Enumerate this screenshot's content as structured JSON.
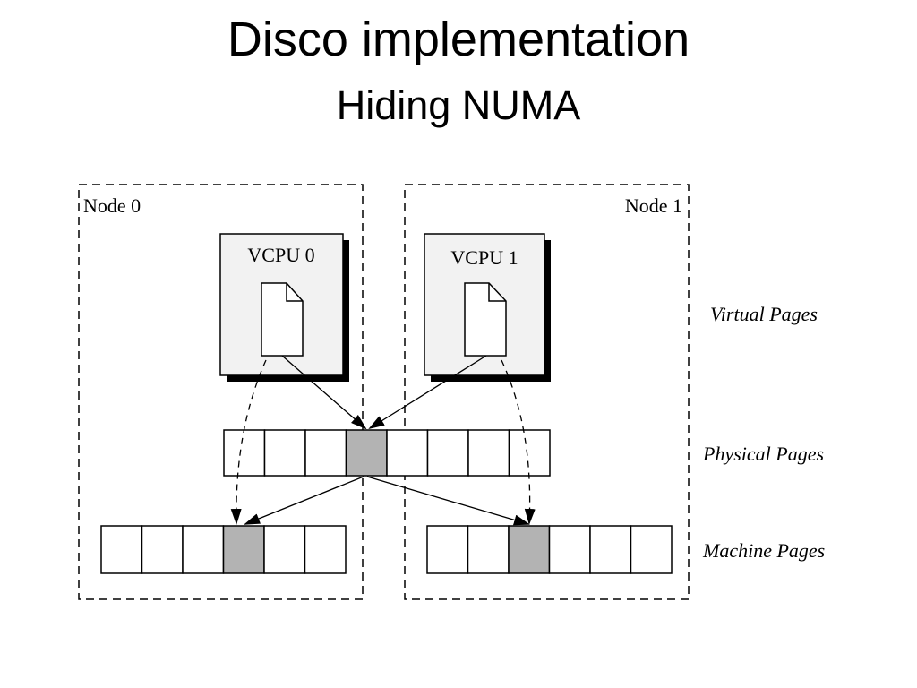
{
  "slide": {
    "title": "Disco implementation",
    "subtitle": "Hiding NUMA"
  },
  "diagram": {
    "nodes": [
      {
        "label": "Node 0"
      },
      {
        "label": "Node 1"
      }
    ],
    "vcpus": [
      {
        "label": "VCPU 0"
      },
      {
        "label": "VCPU 1"
      }
    ],
    "row_labels": {
      "virtual": "Virtual Pages",
      "physical": "Physical Pages",
      "machine": "Machine Pages"
    },
    "physical_pages": {
      "count": 8,
      "highlighted_index": 3
    },
    "machine_pages_node0": {
      "count": 6,
      "highlighted_index": 3
    },
    "machine_pages_node1": {
      "count": 6,
      "highlighted_index": 2
    },
    "colors": {
      "highlight_fill": "#b3b3b3",
      "cell_fill": "#ffffff",
      "vcpu_fill": "#f2f2f2",
      "shadow": "#000000",
      "line": "#000000"
    }
  }
}
